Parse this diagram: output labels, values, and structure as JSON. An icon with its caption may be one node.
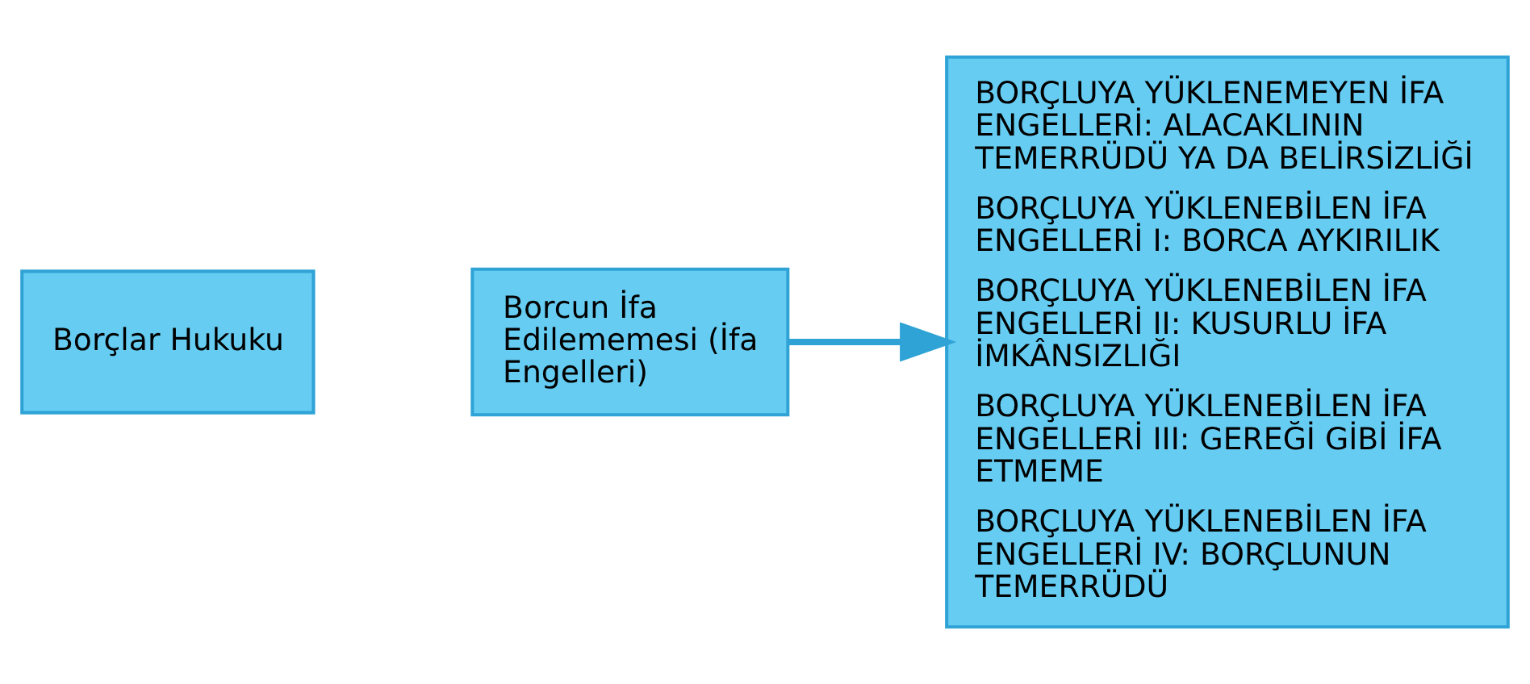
{
  "diagram": {
    "nodes": [
      {
        "text": [
          "Borçlar Hukuku"
        ]
      },
      {
        "text": [
          "Borcun İfa Edilememesi (İfa Engelleri)"
        ]
      },
      {
        "text": [
          "BORÇLUYA YÜKLENEMEYEN İFA ENGELLERİ: ALACAKLININ TEMERRÜDÜ YA DA BELİRSİZLİĞİ",
          "BORÇLUYA YÜKLENEBİLEN İFA ENGELLERİ I: BORCA AYKIRILIK",
          "BORÇLUYA YÜKLENEBİLEN İFA ENGELLERİ II: KUSURLU İFA İMKÂNSIZLIĞI",
          "BORÇLUYA YÜKLENEBİLEN İFA ENGELLERİ III: GEREĞİ GİBİ İFA ETMEME",
          "BORÇLUYA YÜKLENEBİLEN İFA ENGELLERİ IV: BORÇLUNUN TEMERRÜDÜ"
        ]
      }
    ],
    "edges": [
      {
        "from": 1,
        "to": 2,
        "arrow": "to"
      }
    ]
  }
}
